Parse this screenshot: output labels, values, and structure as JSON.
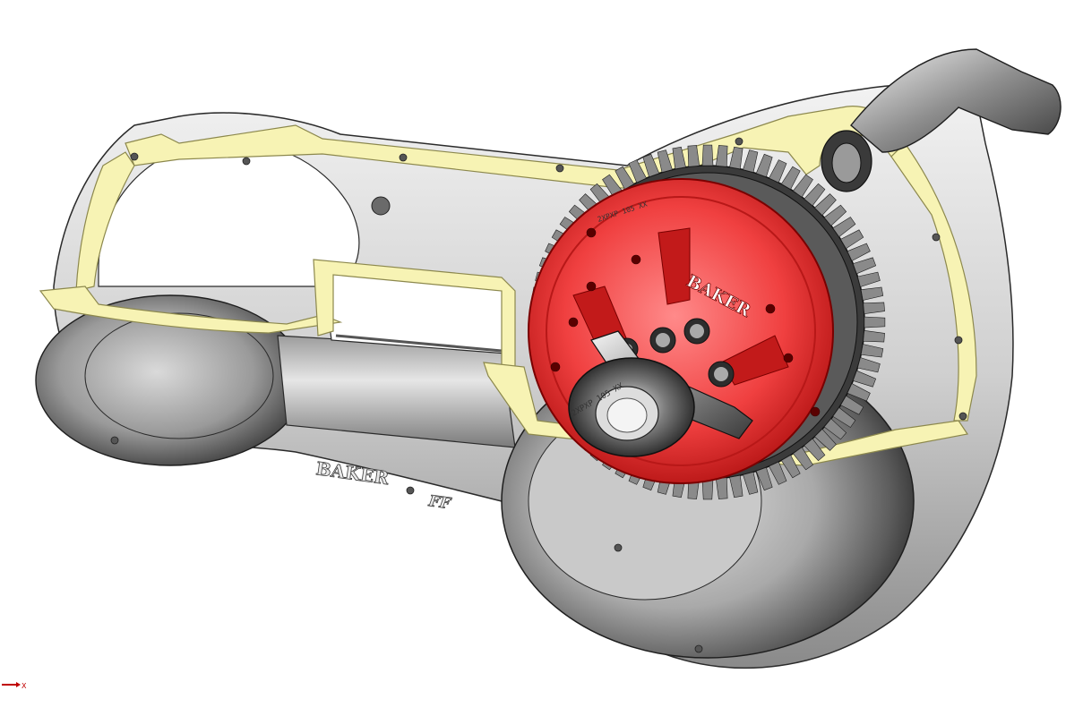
{
  "model": {
    "cover_label": "BAKER",
    "cover_mark": "FF",
    "clutch_label": "BAKER",
    "ring_gear_stamp": "2XPXP 105 XX",
    "hub_stamp": "2XPXP 105 XX"
  },
  "colors": {
    "casting": "#d6d6d6",
    "section_face": "#f7f3b4",
    "section_edge": "#b7b36a",
    "clutch_red": "#e63030"
  },
  "triad": {
    "axis_label": "X"
  }
}
